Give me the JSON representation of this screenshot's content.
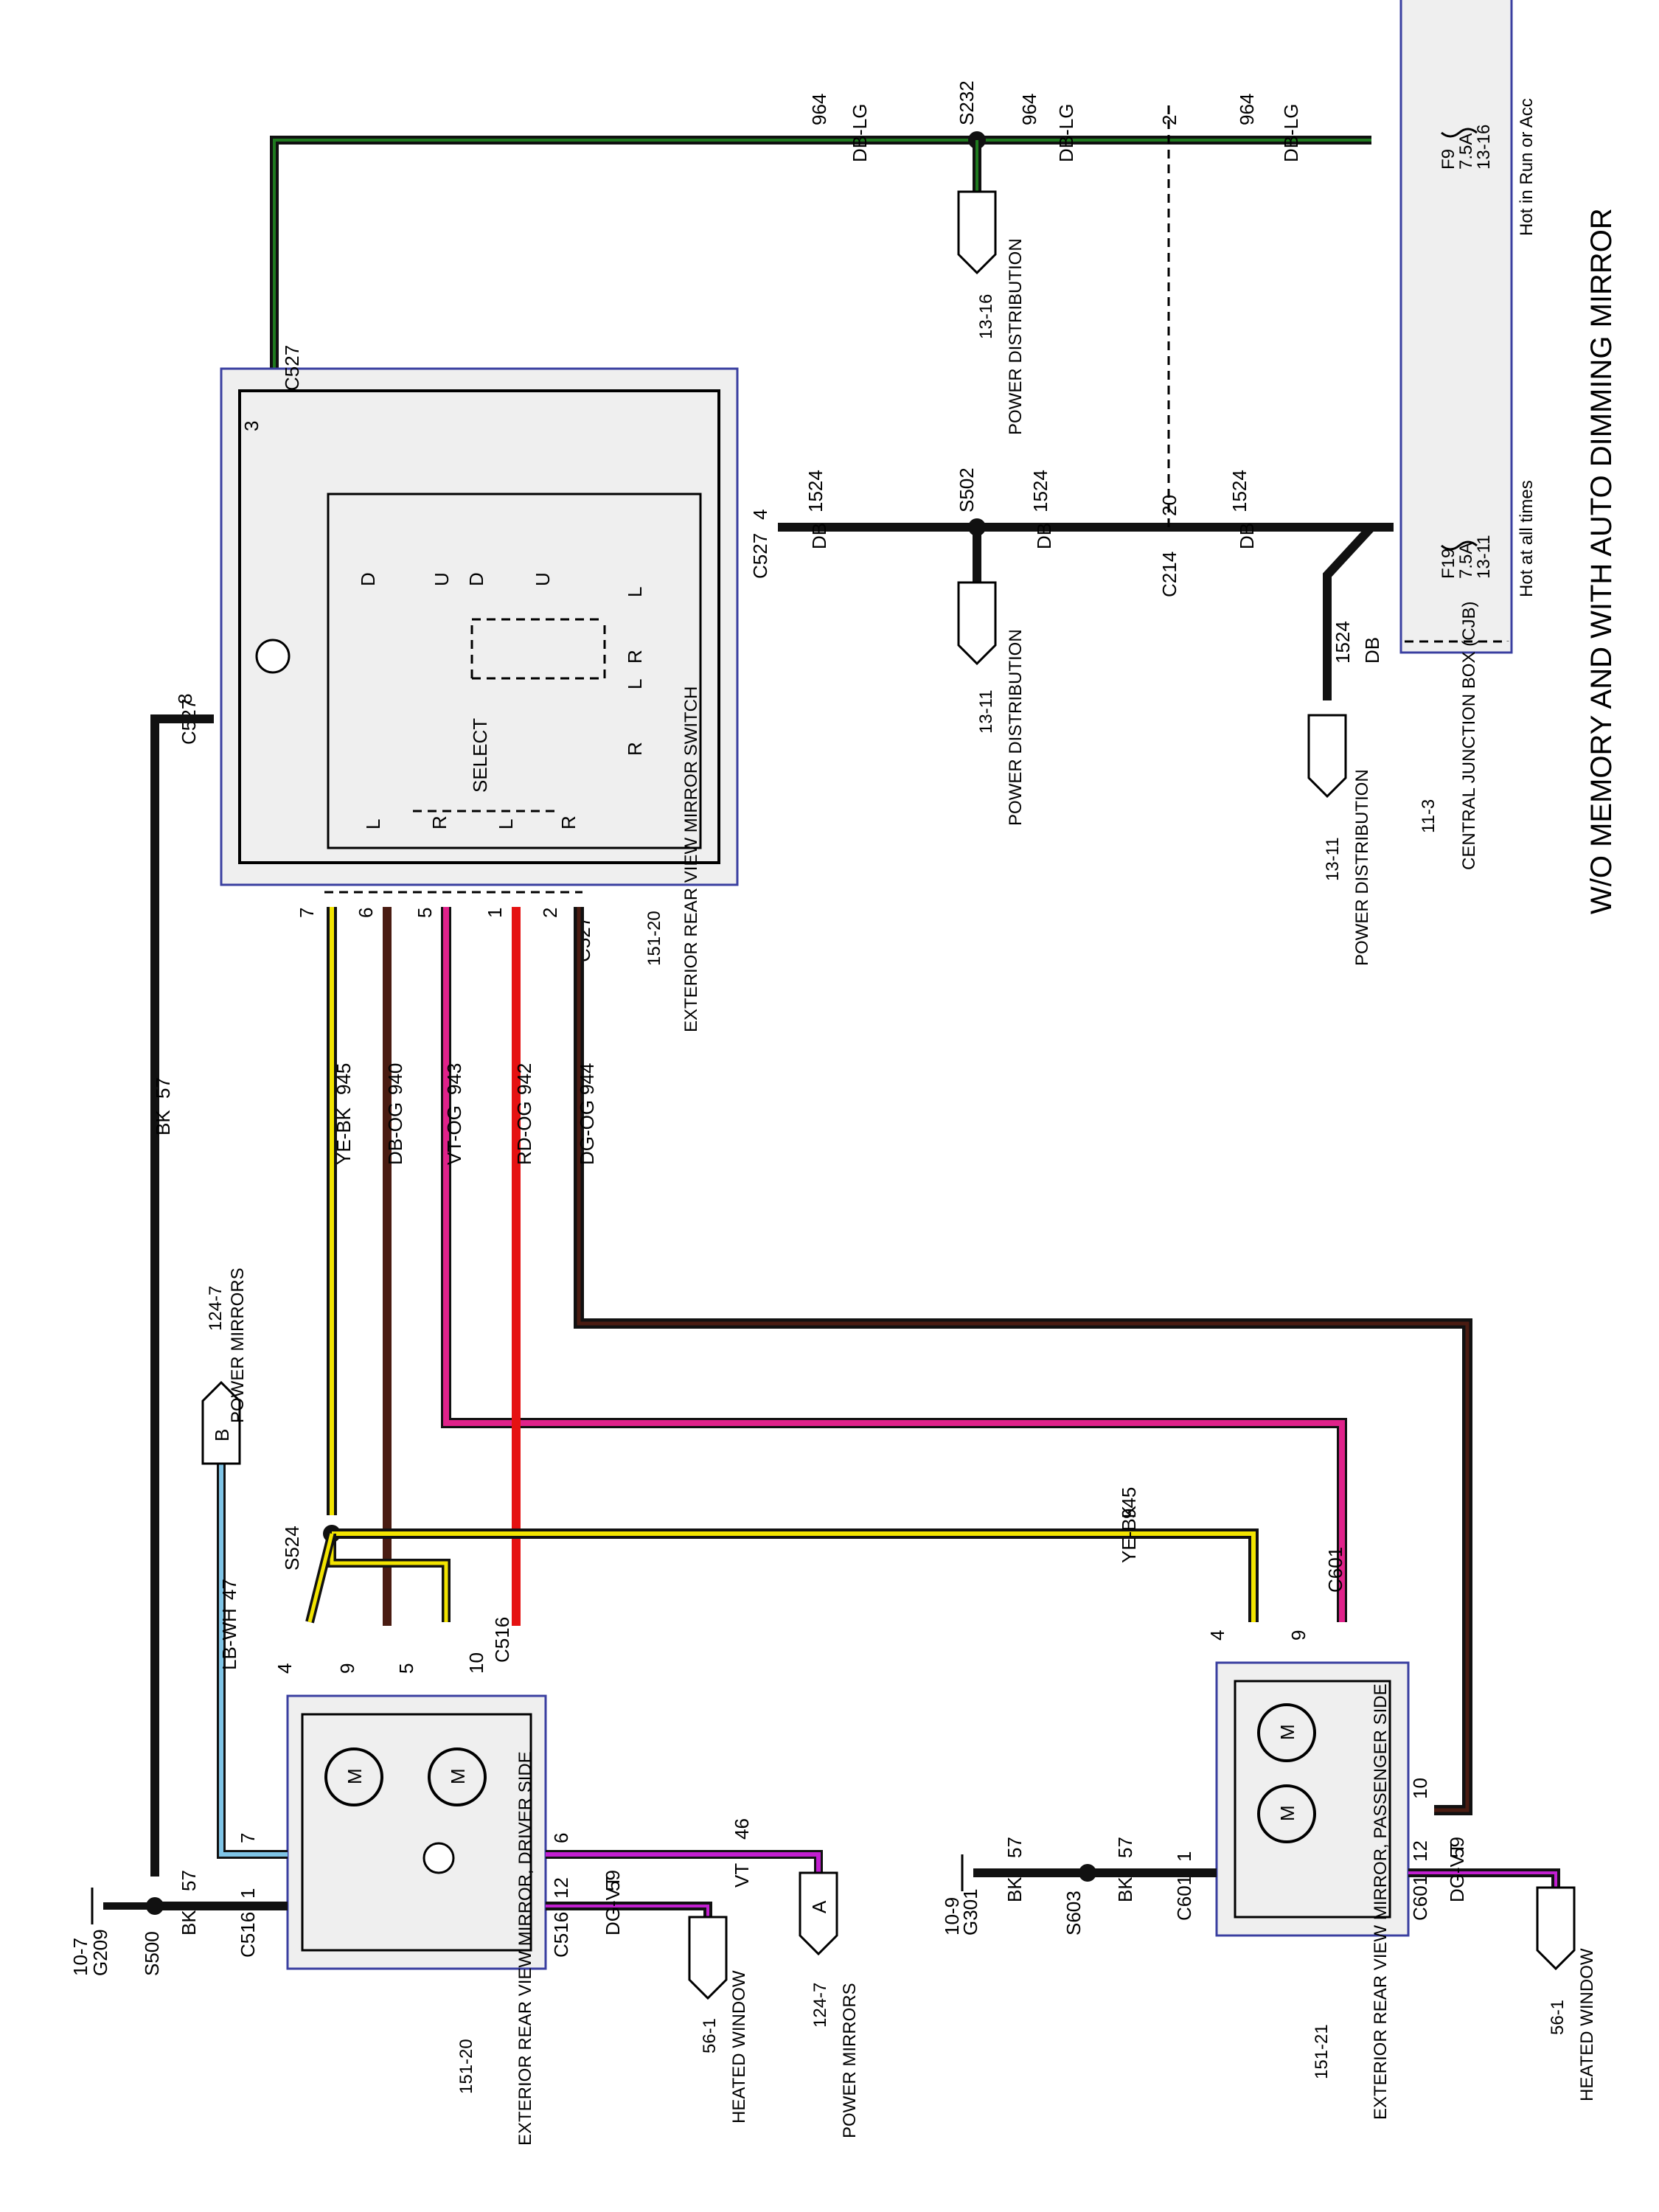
{
  "title": "W/O MEMORY AND WITH AUTO DIMMING MIRROR",
  "cjb": {
    "name": "CENTRAL JUNCTION BOX (CJB)",
    "ref": "11-3",
    "hot_run": "Hot in Run or Acc",
    "hot_all": "Hot at all times",
    "fuse1": {
      "id": "F9",
      "amp": "7.5A",
      "ref": "13-16"
    },
    "fuse2": {
      "id": "F19",
      "amp": "7.5A",
      "ref": "13-11"
    }
  },
  "wires": {
    "w964": {
      "num": "964",
      "color": "DB-LG"
    },
    "w1524": {
      "num": "1524",
      "color": "DB"
    },
    "w945": {
      "num": "945",
      "color": "YE-BK"
    },
    "w940": {
      "num": "940",
      "color": "DB-OG"
    },
    "w943": {
      "num": "943",
      "color": "VT-OG"
    },
    "w942": {
      "num": "942",
      "color": "RD-OG"
    },
    "w944": {
      "num": "944",
      "color": "DG-OG"
    },
    "w57": {
      "num": "57",
      "color": "BK"
    },
    "w47": {
      "num": "47",
      "color": "LB-WH"
    },
    "w46": {
      "num": "46",
      "color": "VT"
    },
    "w59": {
      "num": "59",
      "color": "DG-VT"
    }
  },
  "splices": {
    "s232": "S232",
    "s502": "S502",
    "s524": "S524",
    "s500": "S500",
    "s603": "S603"
  },
  "connectors": {
    "c527": "C527",
    "c214": "C214",
    "c516": "C516",
    "c601": "C601"
  },
  "grounds": {
    "g209": "G209",
    "g209_ref": "10-7",
    "g301": "G301",
    "g301_ref": "10-9"
  },
  "refs": {
    "power_dist": "POWER DISTRIBUTION",
    "pd1": "13-16",
    "pd2": "13-11",
    "pd3": "13-11",
    "power_mirrors": "POWER MIRRORS",
    "pm_ref": "124-7",
    "pm_a": "A",
    "pm_b": "B",
    "heated_window": "HEATED WINDOW",
    "hw_ref": "56-1"
  },
  "pins": {
    "c527_3": "3",
    "c527_4": "4",
    "c527_8": "8",
    "c214_2": "2",
    "c214_20": "20",
    "p7": "7",
    "p6": "6",
    "p5": "5",
    "p1": "1",
    "p2": "2",
    "c516_4": "4",
    "c516_9": "9",
    "c516_5": "5",
    "c516_10": "10",
    "c516_7": "7",
    "c516_1": "1",
    "c516_6": "6",
    "c516_12": "12",
    "c601_4": "4",
    "c601_9": "9",
    "c601_10": "10",
    "c601_12": "12",
    "c601_1": "1"
  },
  "switch": {
    "name": "EXTERIOR REAR VIEW MIRROR SWITCH",
    "ref": "151-20",
    "select": "SELECT",
    "letters": {
      "u": "U",
      "d": "D",
      "l": "L",
      "r": "R"
    }
  },
  "driver_mirror": {
    "name": "EXTERIOR REAR VIEW MIRROR, DRIVER SIDE",
    "ref": "151-20"
  },
  "pass_mirror": {
    "name": "EXTERIOR REAR VIEW MIRROR, PASSENGER SIDE",
    "ref": "151-21"
  },
  "motor_label": "M",
  "colors": {
    "black": "#111111",
    "green": "#1f7a1f",
    "yellow": "#f2e400",
    "brown": "#4a1c12",
    "magenta": "#e0228a",
    "red": "#e51212",
    "lightblue": "#7fc4e6",
    "violet": "#c21fd0",
    "comp_fill": "#efefef",
    "box_blue": "#3a3fa0"
  }
}
